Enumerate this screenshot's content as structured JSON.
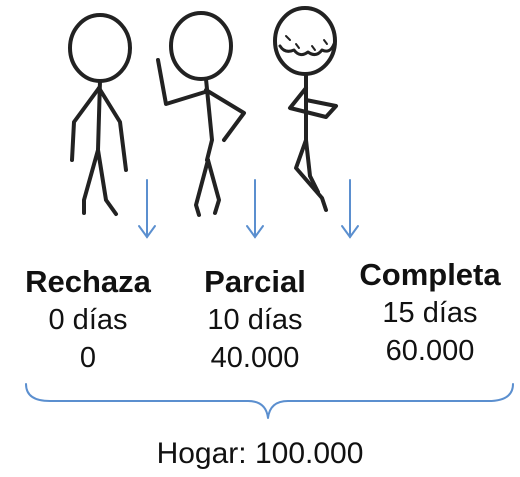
{
  "options": [
    {
      "heading": "Rechaza",
      "days": "0 días",
      "amount": "0"
    },
    {
      "heading": "Parcial",
      "days": "10 días",
      "amount": "40.000"
    },
    {
      "heading": "Completa",
      "days": "15 días",
      "amount": "60.000"
    }
  ],
  "total": "Hogar: 100.000",
  "colors": {
    "figure": "#222222",
    "arrow": "#5b8fcf",
    "brace": "#5b8fcf",
    "text": "#111111"
  }
}
